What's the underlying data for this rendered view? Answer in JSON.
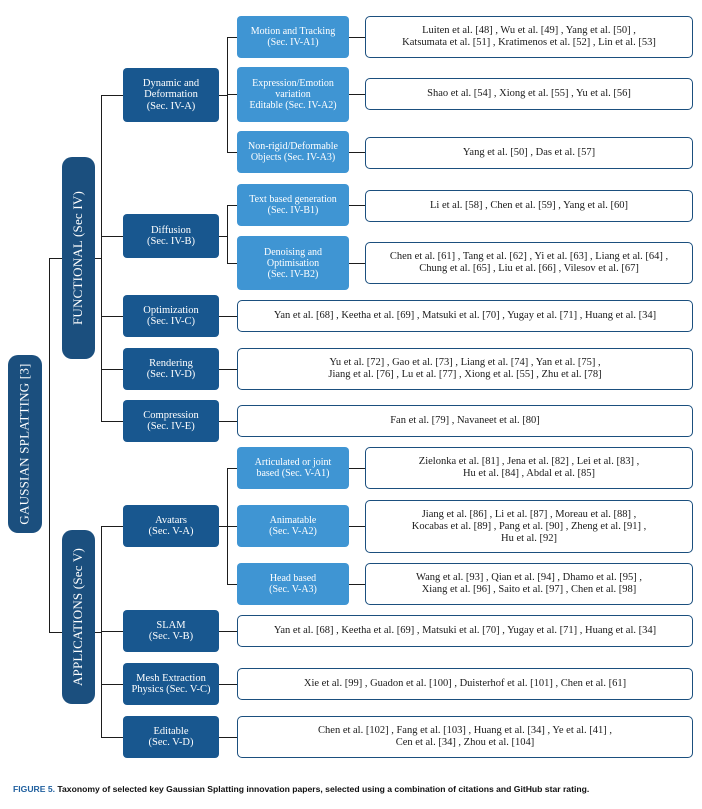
{
  "root": {
    "label": "GAUSSIAN SPLATTING [3]"
  },
  "categories": {
    "functional": {
      "label": "FUNCTIONAL (Sec IV)"
    },
    "applications": {
      "label": "APPLICATIONS (Sec V)"
    }
  },
  "nodes": {
    "dynamic": {
      "lines": [
        "Dynamic and",
        "Deformation",
        "(Sec. IV-A)"
      ]
    },
    "motion": {
      "lines": [
        "Motion and Tracking",
        "(Sec. IV-A1)"
      ]
    },
    "expression": {
      "lines": [
        "Expression/Emotion",
        "variation",
        "Editable (Sec. IV-A2)"
      ]
    },
    "nonrigid": {
      "lines": [
        "Non-rigid/Deformable",
        "Objects (Sec. IV-A3)"
      ]
    },
    "diffusion": {
      "lines": [
        "Diffusion",
        "(Sec. IV-B)"
      ]
    },
    "text_gen": {
      "lines": [
        "Text based generation",
        "(Sec. IV-B1)"
      ]
    },
    "denoising": {
      "lines": [
        "Denoising and",
        "Optimisation",
        "(Sec. IV-B2)"
      ]
    },
    "optimization": {
      "lines": [
        "Optimization",
        "(Sec. IV-C)"
      ]
    },
    "rendering": {
      "lines": [
        "Rendering",
        "(Sec. IV-D)"
      ]
    },
    "compression": {
      "lines": [
        "Compression",
        "(Sec. IV-E)"
      ]
    },
    "avatars": {
      "lines": [
        "Avatars",
        "(Sec. V-A)"
      ]
    },
    "articulated": {
      "lines": [
        "Articulated or joint",
        "based (Sec. V-A1)"
      ]
    },
    "animatable": {
      "lines": [
        "Animatable",
        "(Sec. V-A2)"
      ]
    },
    "head": {
      "lines": [
        "Head based",
        "(Sec. V-A3)"
      ]
    },
    "slam": {
      "lines": [
        "SLAM",
        "(Sec. V-B)"
      ]
    },
    "mesh": {
      "lines": [
        "Mesh Extraction",
        "Physics (Sec. V-C)"
      ]
    },
    "editable": {
      "lines": [
        "Editable",
        "(Sec. V-D)"
      ]
    }
  },
  "refs": {
    "motion": [
      "Luiten et al. [48] , Wu et al. [49] , Yang et al. [50] ,",
      "Katsumata et al. [51] , Kratimenos et al. [52] , Lin et al. [53]"
    ],
    "expression": [
      "Shao et al. [54] , Xiong et al. [55] , Yu et al. [56]"
    ],
    "nonrigid": [
      "Yang et al. [50] , Das et al. [57]"
    ],
    "text_gen": [
      "Li et al. [58] , Chen et al. [59] , Yang et al. [60]"
    ],
    "denoising": [
      "Chen et al. [61] , Tang et al. [62] , Yi et al. [63] , Liang et al. [64] ,",
      "Chung et al. [65] , Liu et al. [66] , Vilesov et al. [67]"
    ],
    "optimization": [
      "Yan et al. [68] , Keetha et al. [69] , Matsuki et al. [70] , Yugay et al. [71] , Huang et al. [34]"
    ],
    "rendering": [
      "Yu et al. [72] , Gao et al. [73] , Liang et al. [74] , Yan et al. [75] ,",
      "Jiang et al. [76] , Lu et al. [77] , Xiong et al. [55] , Zhu et al. [78]"
    ],
    "compression": [
      "Fan et al. [79] , Navaneet et al. [80]"
    ],
    "articulated": [
      "Zielonka et al. [81] , Jena et al. [82] , Lei et al. [83] ,",
      "Hu et al. [84] , Abdal et al. [85]"
    ],
    "animatable": [
      "Jiang et al. [86] , Li et al. [87] , Moreau et al. [88] ,",
      "Kocabas et al. [89] , Pang et al. [90] , Zheng et al. [91] ,",
      "Hu et al. [92]"
    ],
    "head": [
      "Wang et al. [93] , Qian et al. [94] , Dhamo et al. [95] ,",
      "Xiang et al. [96] , Saito et al. [97] , Chen et al. [98]"
    ],
    "slam": [
      "Yan et al. [68] , Keetha et al. [69] , Matsuki et al. [70] , Yugay et al. [71] , Huang et al. [34]"
    ],
    "mesh": [
      "Xie et al. [99] , Guadon et al. [100] , Duisterhof et al. [101] , Chen et al. [61]"
    ],
    "editable": [
      "Chen et al. [102] , Fang et al. [103] , Huang et al. [34] , Ye et al. [41] ,",
      "Cen et al. [34] , Zhou et al. [104]"
    ]
  },
  "caption": {
    "label": "FIGURE 5.",
    "text": "Taxonomy of selected key Gaussian Splatting innovation papers, selected using a combination of citations and GitHub star rating."
  },
  "colors": {
    "dark_box": "#1b4f7e",
    "mid_box": "#18578f",
    "light_box": "#3f95d3",
    "ref_border": "#1b4f7e",
    "caption_label": "#1f5f9e"
  }
}
